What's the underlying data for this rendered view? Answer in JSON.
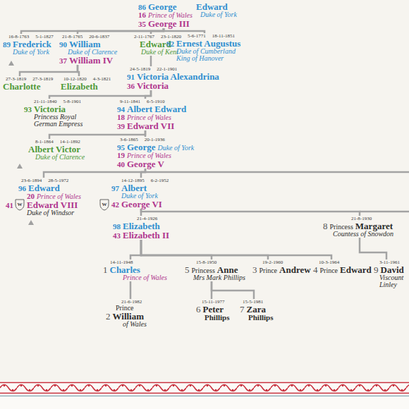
{
  "diagram": {
    "nodes": [
      {
        "text": [
          "86",
          "George",
          "16",
          "Prince of Wales",
          "35",
          "George III"
        ]
      },
      {
        "text": [
          "Edward",
          "Duke of York"
        ]
      },
      {
        "text": [
          "16-8-1763",
          "5-1-1827",
          "89",
          "Frederick",
          "Duke of York"
        ]
      },
      {
        "text": [
          "21-8-1765",
          "20-6-1837",
          "90",
          "William",
          "Duke of Clarence",
          "37",
          "William IV"
        ]
      },
      {
        "text": [
          "2-11-1767",
          "23-1-1820",
          "Edward",
          "Duke of Kent"
        ]
      },
      {
        "text": [
          "5-6-1771",
          "18-11-1851",
          "92",
          "Ernest Augustus",
          "Duke of Cumberland",
          "King of Hanover"
        ]
      },
      {
        "text": [
          "27-3-1819",
          "27-3-1819",
          "Charlotte"
        ]
      },
      {
        "text": [
          "10-12-1820",
          "4-3-1821",
          "Elizabeth"
        ]
      },
      {
        "text": [
          "24-5-1819",
          "22-1-1901",
          "91",
          "Victoria Alexandrina",
          "36",
          "Victoria"
        ]
      },
      {
        "text": [
          "21-11-1840",
          "5-8-1901",
          "93",
          "Victoria",
          "Princess Royal",
          "German Empress"
        ]
      },
      {
        "text": [
          "9-11-1841",
          "6-5-1910",
          "94",
          "Albert Edward",
          "18",
          "Prince of Wales",
          "39",
          "Edward VII"
        ]
      },
      {
        "text": [
          "8-1-1864",
          "14-1-1892",
          "Albert Victor",
          "Duke of Clarence"
        ]
      },
      {
        "text": [
          "3-6-1865",
          "20-1-1936",
          "95",
          "George",
          "Duke of York",
          "19",
          "Prince of Wales",
          "40",
          "George V"
        ]
      },
      {
        "text": [
          "23-6-1894",
          "28-5-1972",
          "96",
          "Edward",
          "20",
          "Prince of Wales",
          "41",
          "Edward VIII",
          "Duke of Windsor"
        ]
      },
      {
        "text": [
          "14-12-1895",
          "6-2-1952",
          "97",
          "Albert",
          "Duke of York",
          "42",
          "George VI"
        ]
      },
      {
        "text": [
          "21-4-1926",
          "98",
          "Elizabeth",
          "43",
          "Elizabeth II"
        ]
      },
      {
        "text": [
          "21-8-1930",
          "8",
          "Princess",
          "Margaret",
          "Countess of Snowdon"
        ]
      },
      {
        "text": [
          "14-11-1948",
          "1",
          "Charles",
          "Prince of Wales"
        ]
      },
      {
        "text": [
          "15-8-1950",
          "5",
          "Princess",
          "Anne",
          "Mrs Mark Phillips"
        ]
      },
      {
        "text": [
          "19-2-1960",
          "3",
          "Prince",
          "Andrew"
        ]
      },
      {
        "text": [
          "10-3-1964",
          "4",
          "Prince",
          "Edward"
        ]
      },
      {
        "text": [
          "3-11-1961",
          "9",
          "David",
          "Viscount Linley"
        ]
      },
      {
        "text": [
          "21-6-1982",
          "2",
          "Prince",
          "William",
          "of Wales"
        ]
      },
      {
        "text": [
          "15-11-1977",
          "6",
          "Peter",
          "Phillips"
        ]
      },
      {
        "text": [
          "15-5-1981",
          "7",
          "Zara",
          "Phillips"
        ]
      }
    ],
    "edges": [
      {
        "from": 0,
        "to": 2,
        "arrow": "none"
      },
      {
        "from": 0,
        "to": 3,
        "arrow": "none"
      },
      {
        "from": 0,
        "to": 4,
        "arrow": "none"
      },
      {
        "from": 0,
        "to": 5,
        "arrow": "none"
      },
      {
        "from": 3,
        "to": 6,
        "arrow": "none"
      },
      {
        "from": 3,
        "to": 7,
        "arrow": "none"
      },
      {
        "from": 4,
        "to": 8,
        "arrow": "none"
      },
      {
        "from": 8,
        "to": 9,
        "arrow": "none"
      },
      {
        "from": 8,
        "to": 10,
        "arrow": "none"
      },
      {
        "from": 10,
        "to": 11,
        "arrow": "none"
      },
      {
        "from": 10,
        "to": 12,
        "arrow": "none"
      },
      {
        "from": 12,
        "to": 13,
        "arrow": "none"
      },
      {
        "from": 12,
        "to": 14,
        "arrow": "none"
      },
      {
        "from": 14,
        "to": 15,
        "arrow": "none"
      },
      {
        "from": 14,
        "to": 16,
        "arrow": "none"
      },
      {
        "from": 15,
        "to": 17,
        "arrow": "none"
      },
      {
        "from": 15,
        "to": 18,
        "arrow": "none"
      },
      {
        "from": 15,
        "to": 19,
        "arrow": "none"
      },
      {
        "from": 15,
        "to": 20,
        "arrow": "none"
      },
      {
        "from": 16,
        "to": 21,
        "arrow": "none"
      },
      {
        "from": 17,
        "to": 22,
        "arrow": "none"
      },
      {
        "from": 18,
        "to": 23,
        "arrow": "none"
      },
      {
        "from": 18,
        "to": 24,
        "arrow": "none"
      }
    ],
    "labels": [
      "W",
      "W"
    ]
  }
}
